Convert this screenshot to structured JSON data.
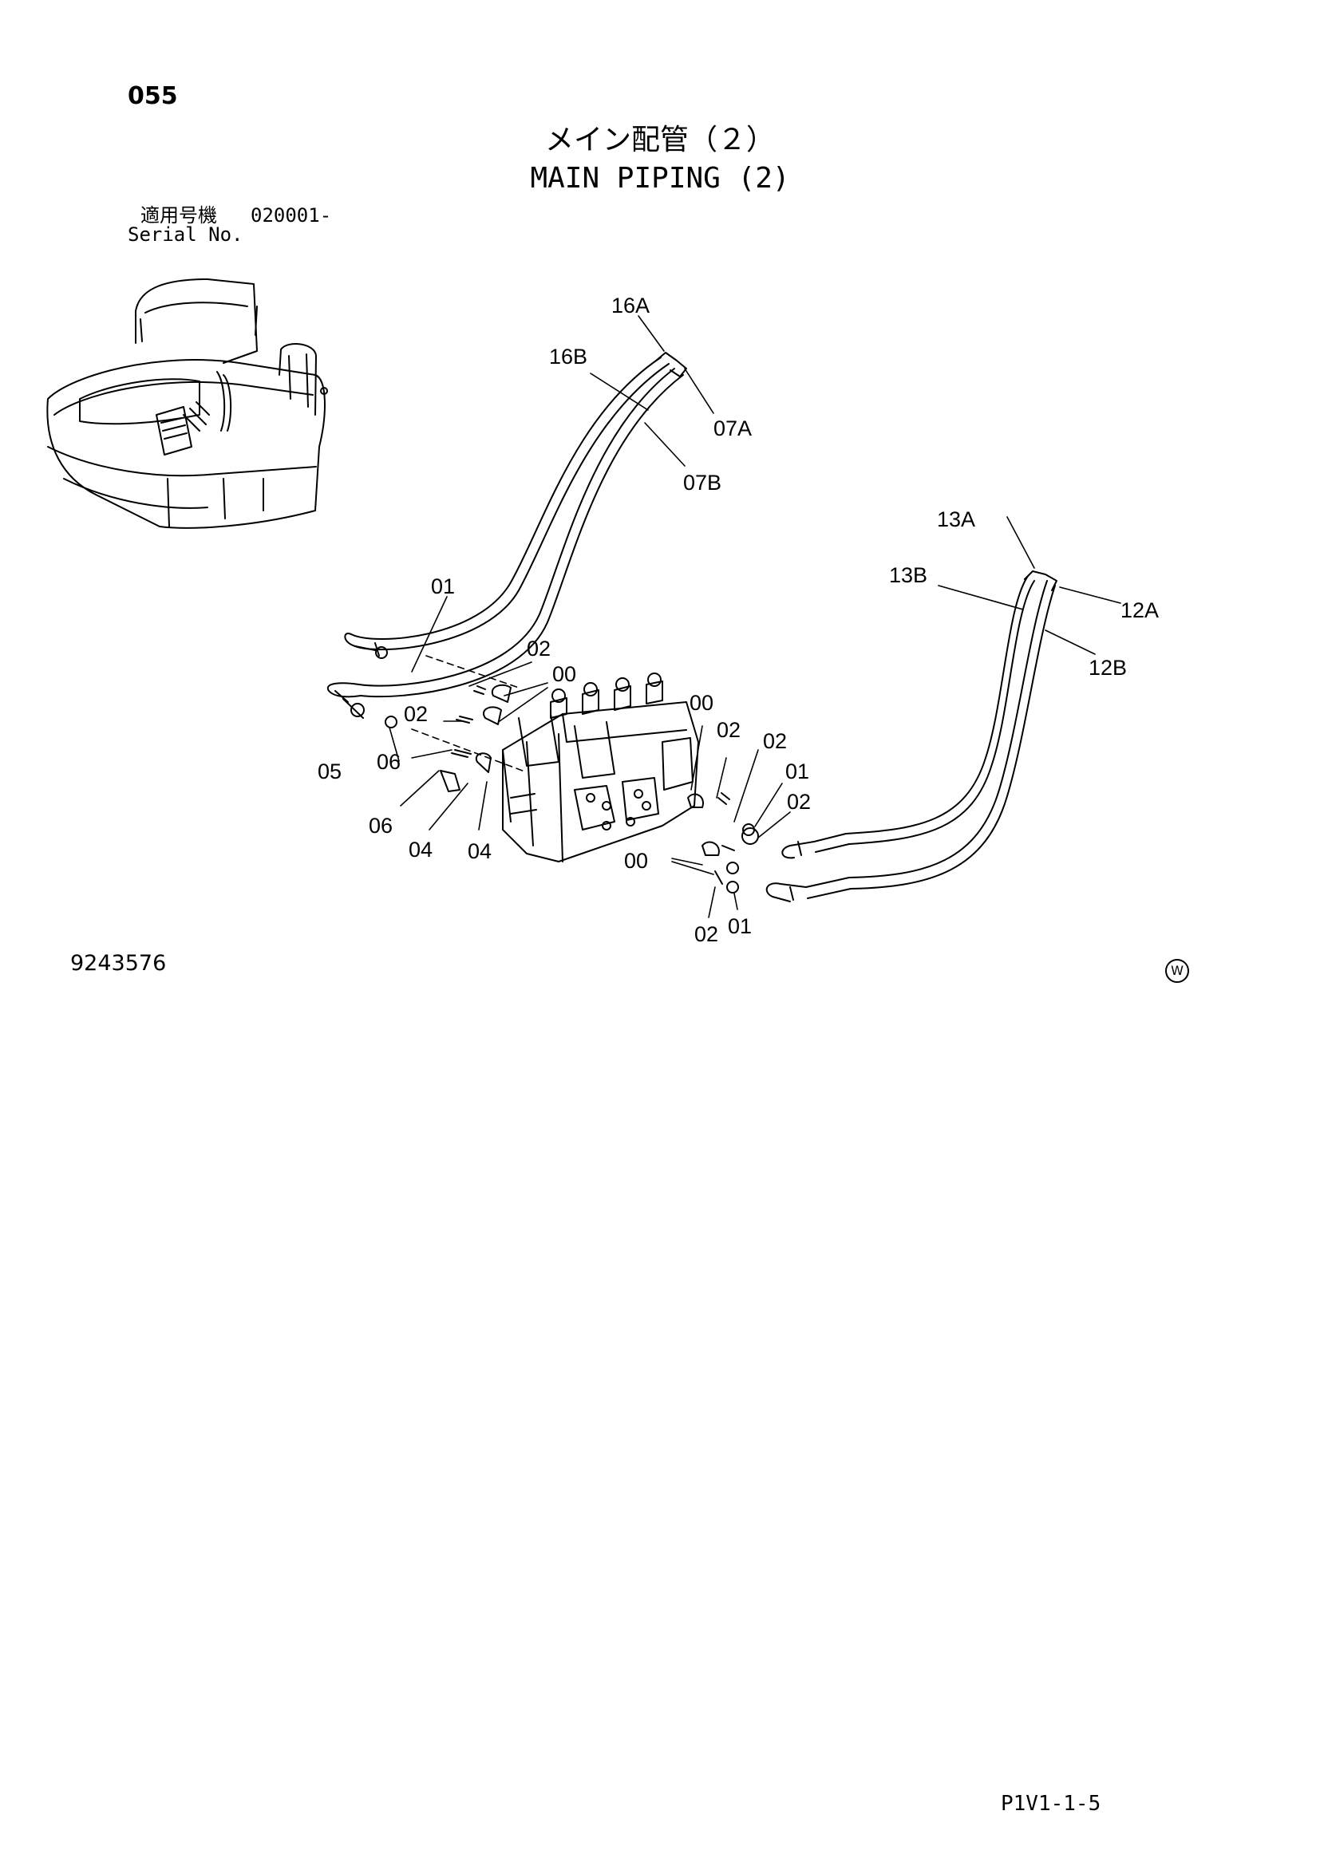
{
  "page": {
    "number": "055",
    "title_jp": "メイン配管（２）",
    "title_en": "MAIN PIPING (2)",
    "serial_label_jp": "適用号機",
    "serial_range": "020001-",
    "serial_label_en": "Serial No.",
    "drawing_number": "9243576",
    "w_mark": "W",
    "page_code": "P1V1-1-5"
  },
  "callouts": [
    {
      "id": "c16A",
      "label": "16A"
    },
    {
      "id": "c16B",
      "label": "16B"
    },
    {
      "id": "c07A",
      "label": "07A"
    },
    {
      "id": "c07B",
      "label": "07B"
    },
    {
      "id": "c13A",
      "label": "13A"
    },
    {
      "id": "c13B",
      "label": "13B"
    },
    {
      "id": "c12A",
      "label": "12A"
    },
    {
      "id": "c12B",
      "label": "12B"
    },
    {
      "id": "c01a",
      "label": "01"
    },
    {
      "id": "c02a",
      "label": "02"
    },
    {
      "id": "c00a",
      "label": "00"
    },
    {
      "id": "c02b",
      "label": "02"
    },
    {
      "id": "c05",
      "label": "05"
    },
    {
      "id": "c06a",
      "label": "06"
    },
    {
      "id": "c06b",
      "label": "06"
    },
    {
      "id": "c04a",
      "label": "04"
    },
    {
      "id": "c04b",
      "label": "04"
    },
    {
      "id": "c00b",
      "label": "00"
    },
    {
      "id": "c02c",
      "label": "02"
    },
    {
      "id": "c02d",
      "label": "02"
    },
    {
      "id": "c01b",
      "label": "01"
    },
    {
      "id": "c02e",
      "label": "02"
    },
    {
      "id": "c00c",
      "label": "00"
    },
    {
      "id": "c02f",
      "label": "02"
    },
    {
      "id": "c01c",
      "label": "01"
    }
  ]
}
